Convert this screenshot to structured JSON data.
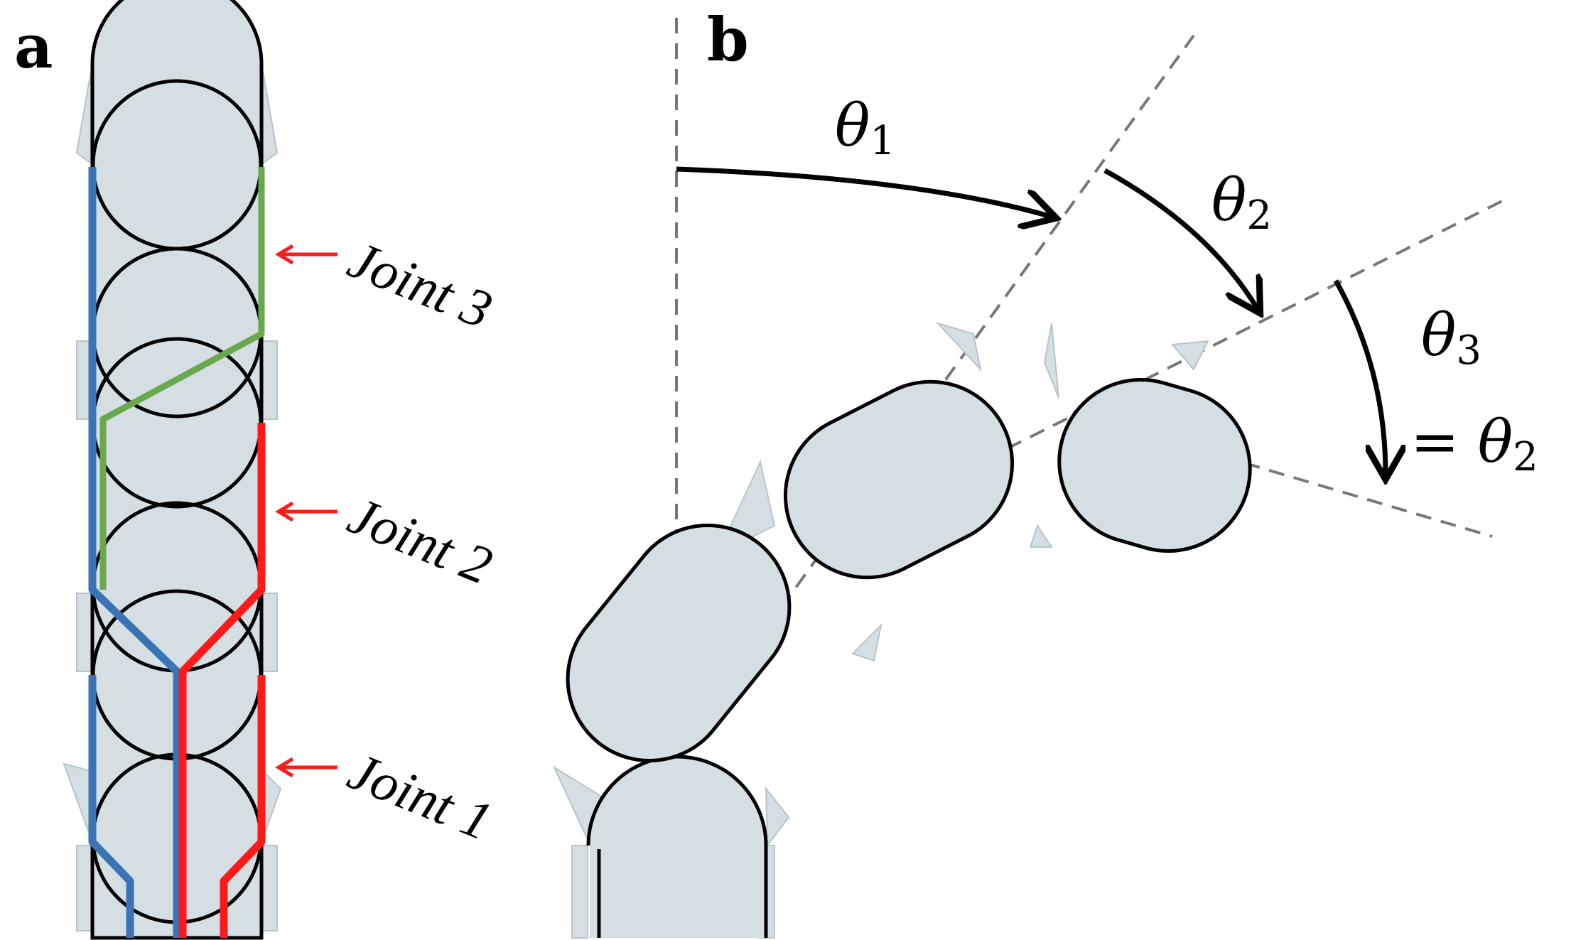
{
  "panels": {
    "a": {
      "letter": "a"
    },
    "b": {
      "letter": "b"
    }
  },
  "joints": [
    {
      "label": "Joint 3"
    },
    {
      "label": "Joint 2"
    },
    {
      "label": "Joint 1"
    }
  ],
  "angles": {
    "theta1": {
      "symbol": "θ",
      "subscript": "1"
    },
    "theta2": {
      "symbol": "θ",
      "subscript": "2"
    },
    "theta3": {
      "symbol": "θ",
      "subscript": "3"
    },
    "equality": {
      "prefix": "= ",
      "symbol": "θ",
      "subscript": "2"
    }
  },
  "colors": {
    "tendon_blue": "#3a74b5",
    "tendon_green": "#6aa84f",
    "tendon_red": "#ff1a1a",
    "body_fill": "#d5dfe3",
    "outline": "#000000",
    "guide": "#777777",
    "arrow": "#ff1a1a"
  }
}
